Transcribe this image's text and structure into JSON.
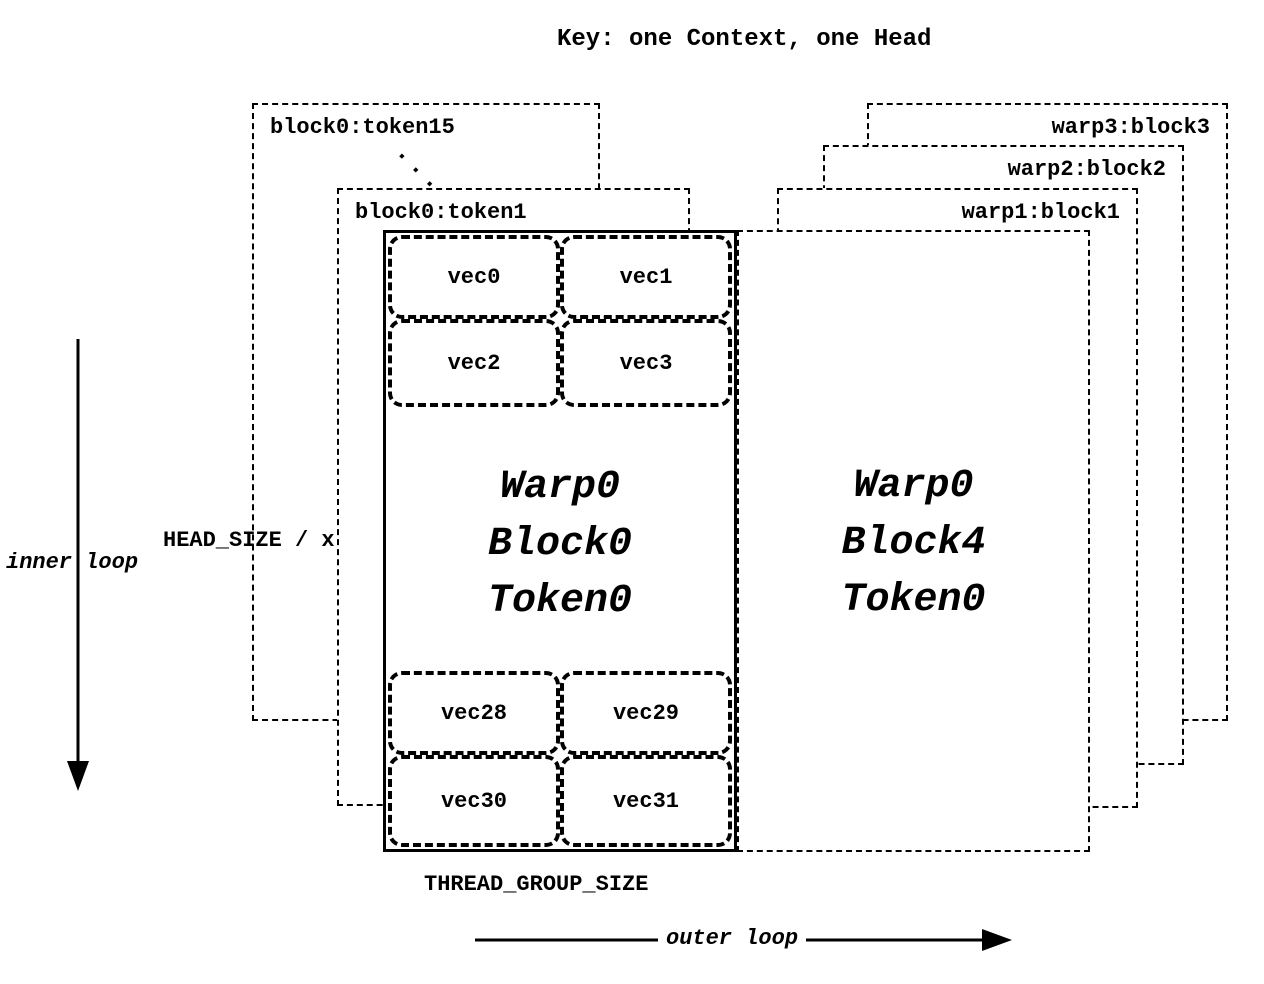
{
  "title": "Key: one Context, one Head",
  "left_stack": {
    "back_label": "block0:token15",
    "dots": "...",
    "front_label": "block0:token1"
  },
  "right_stack": {
    "labels": [
      "warp3:block3",
      "warp2:block2",
      "warp1:block1"
    ]
  },
  "main_block": {
    "top_vecs": [
      "vec0",
      "vec1",
      "vec2",
      "vec3"
    ],
    "center_lines": [
      "Warp0",
      "Block0",
      "Token0"
    ],
    "bottom_vecs": [
      "vec28",
      "vec29",
      "vec30",
      "vec31"
    ]
  },
  "right_block": {
    "center_lines": [
      "Warp0",
      "Block4",
      "Token0"
    ]
  },
  "annotations": {
    "inner_loop": "inner loop",
    "head_size": "HEAD_SIZE / x",
    "thread_group_size": "THREAD_GROUP_SIZE",
    "outer_loop": "outer loop"
  }
}
